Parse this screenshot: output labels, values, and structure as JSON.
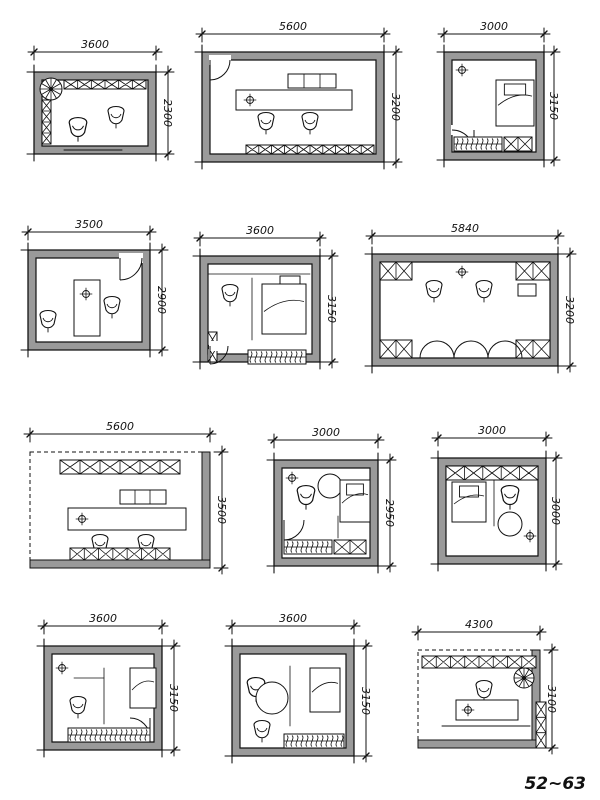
{
  "page_number": "52~63",
  "colors": {
    "wall": "#9a9a9a",
    "ink": "#111111",
    "paper": "#ffffff"
  },
  "plans": [
    {
      "id": "p1",
      "width_label": "3600",
      "depth_label": "2300"
    },
    {
      "id": "p2",
      "width_label": "5600",
      "depth_label": "3200"
    },
    {
      "id": "p3",
      "width_label": "3000",
      "depth_label": "3150"
    },
    {
      "id": "p4",
      "width_label": "3500",
      "depth_label": "2900"
    },
    {
      "id": "p5",
      "width_label": "3600",
      "depth_label": "3150"
    },
    {
      "id": "p6",
      "width_label": "5840",
      "depth_label": "3200"
    },
    {
      "id": "p7",
      "width_label": "5600",
      "depth_label": "3500"
    },
    {
      "id": "p8",
      "width_label": "3000",
      "depth_label": "2950"
    },
    {
      "id": "p9",
      "width_label": "3000",
      "depth_label": "3000"
    },
    {
      "id": "p10",
      "width_label": "3600",
      "depth_label": "3150"
    },
    {
      "id": "p11",
      "width_label": "3600",
      "depth_label": "3150"
    },
    {
      "id": "p12",
      "width_label": "4300",
      "depth_label": "3100"
    }
  ]
}
